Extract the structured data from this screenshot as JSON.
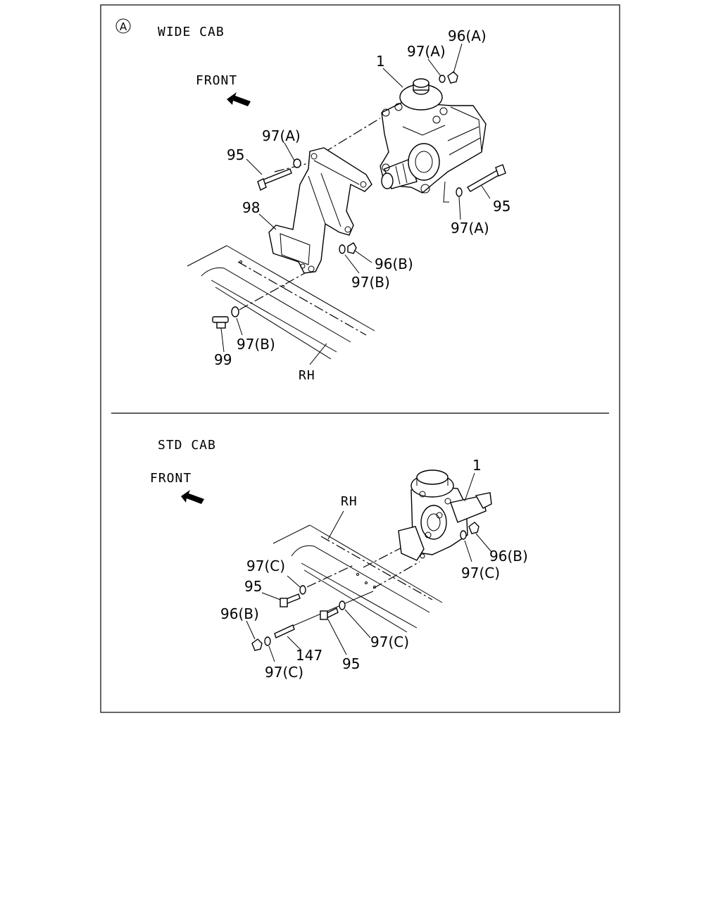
{
  "wide_cab": {
    "view_marker": "A",
    "title": "WIDE CAB",
    "front_label": "FRONT",
    "frame_label": "RH",
    "callouts": [
      "96(A)",
      "97(A)",
      "1",
      "97(A)",
      "95",
      "98",
      "95",
      "97(A)",
      "96(B)",
      "97(B)",
      "97(B)",
      "99"
    ]
  },
  "std_cab": {
    "title": "STD CAB",
    "front_label": "FRONT",
    "frame_label": "RH",
    "callouts": [
      "1",
      "96(B)",
      "97(C)",
      "97(C)",
      "95",
      "96(B)",
      "97(C)",
      "147",
      "95",
      "97(C)"
    ]
  }
}
